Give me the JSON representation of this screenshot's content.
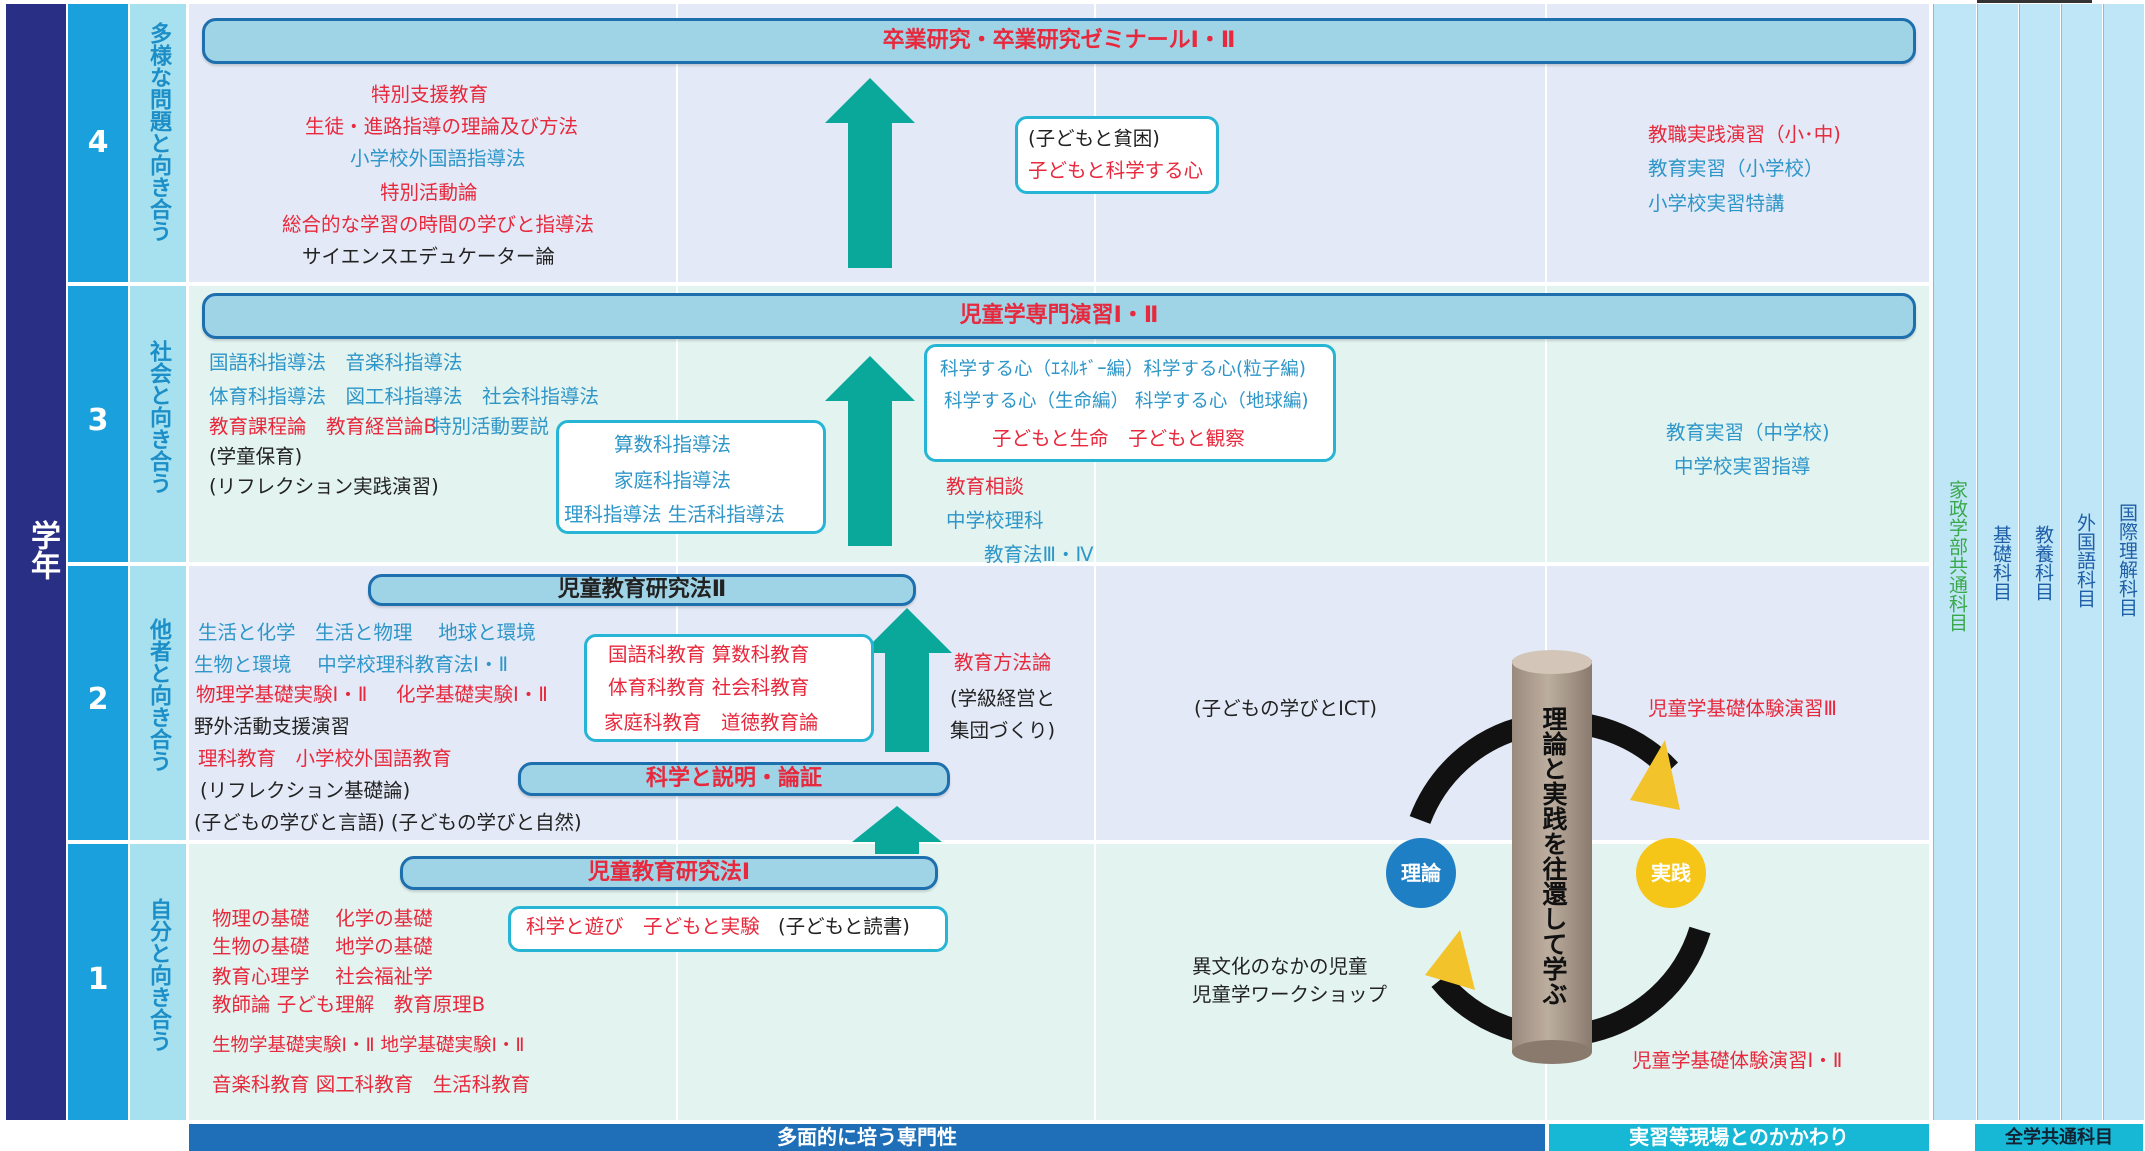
{
  "axis": {
    "label": "学年"
  },
  "grades": [
    {
      "num": "4",
      "theme": "多様な問題と向き合う"
    },
    {
      "num": "3",
      "theme": "社会と向き合う"
    },
    {
      "num": "2",
      "theme": "他者と向き合う"
    },
    {
      "num": "1",
      "theme": "自分と向き合う"
    }
  ],
  "bars": {
    "g4": "卒業研究・卒業研究ゼミナールⅠ・Ⅱ",
    "g3": "児童学専門演習Ⅰ・Ⅱ",
    "g2a": "児童教育研究法Ⅱ",
    "g2b": "科学と説明・論証",
    "g1": "児童教育研究法Ⅰ"
  },
  "g4": {
    "left": [
      "特別支援教育",
      "生徒・進路指導の理論及び方法",
      "小学校外国語指導法",
      "特別活動論",
      "総合的な学習の時間の学びと指導法",
      "サイエンスエデュケーター論"
    ],
    "box": [
      "(子どもと貧困)",
      "子どもと科学する心"
    ],
    "right": [
      "教職実践演習（小･中)",
      "教育実習（小学校）",
      "小学校実習特講"
    ]
  },
  "g3": {
    "left": [
      "国語科指導法　音楽科指導法",
      "体育科指導法　図工科指導法　社会科指導法",
      "教育課程論　教育経営論B",
      "特別活動要説",
      "(学童保育)",
      "(リフレクション実践演習)"
    ],
    "box_mid": [
      "算数科指導法",
      "家庭科指導法",
      "理科指導法 生活科指導法"
    ],
    "box_right": [
      "科学する心（ｴﾈﾙｷﾞｰ編）科学する心(粒子編)",
      "科学する心（生命編） 科学する心（地球編)",
      "子どもと生命　子どもと観察"
    ],
    "mid_below": [
      "教育相談",
      "中学校理科",
      "教育法Ⅲ・Ⅳ"
    ],
    "right": [
      "教育実習（中学校)",
      "中学校実習指導"
    ]
  },
  "g2": {
    "left": [
      "生活と化学　生活と物理　 地球と環境",
      "生物と環境　 中学校理科教育法Ⅰ・Ⅱ",
      "物理学基礎実験Ⅰ・Ⅱ",
      "化学基礎実験Ⅰ・Ⅱ",
      "野外活動支援演習",
      "理科教育　小学校外国語教育",
      "(リフレクション基礎論)",
      "(子どもの学びと言語) (子どもの学びと自然)"
    ],
    "box": [
      "国語科教育 算数科教育",
      "体育科教育 社会科教育",
      "家庭科教育　道徳教育論"
    ],
    "mid": [
      "教育方法論",
      "(学級経営と",
      "集団づくり)"
    ],
    "center": "(子どもの学びとICT)",
    "right": "児童学基礎体験演習Ⅲ"
  },
  "g1": {
    "left": [
      "物理の基礎　 化学の基礎",
      "生物の基礎　 地学の基礎",
      "教育心理学　 社会福祉学",
      "教師論 子ども理解　教育原理B",
      "生物学基礎実験Ⅰ・Ⅱ 地学基礎実験Ⅰ・Ⅱ",
      "音楽科教育 図工科教育　生活科教育"
    ],
    "box": "科学と遊び　子どもと実験",
    "box_extra": "(子どもと読書)",
    "center": [
      "異文化のなかの児童",
      "児童学ワークショップ"
    ],
    "right": "児童学基礎体験演習Ⅰ・Ⅱ"
  },
  "cycle": {
    "pillar": "理論と実践を往還して学ぶ",
    "left": "理論",
    "right": "実践"
  },
  "side": {
    "col1": "家政学部共通科目",
    "col2": "基礎科目",
    "col3": "教養科目",
    "col4": "外国語科目",
    "col5": "国際理解科目"
  },
  "footer": {
    "a": "多面的に培う専門性",
    "b": "実習等現場とのかかわり",
    "c": "全学共通科目"
  },
  "colors": {
    "navy": "#2a2f86",
    "teal": "#0aa89a",
    "red": "#e8283c",
    "blue": "#2e96c8"
  }
}
